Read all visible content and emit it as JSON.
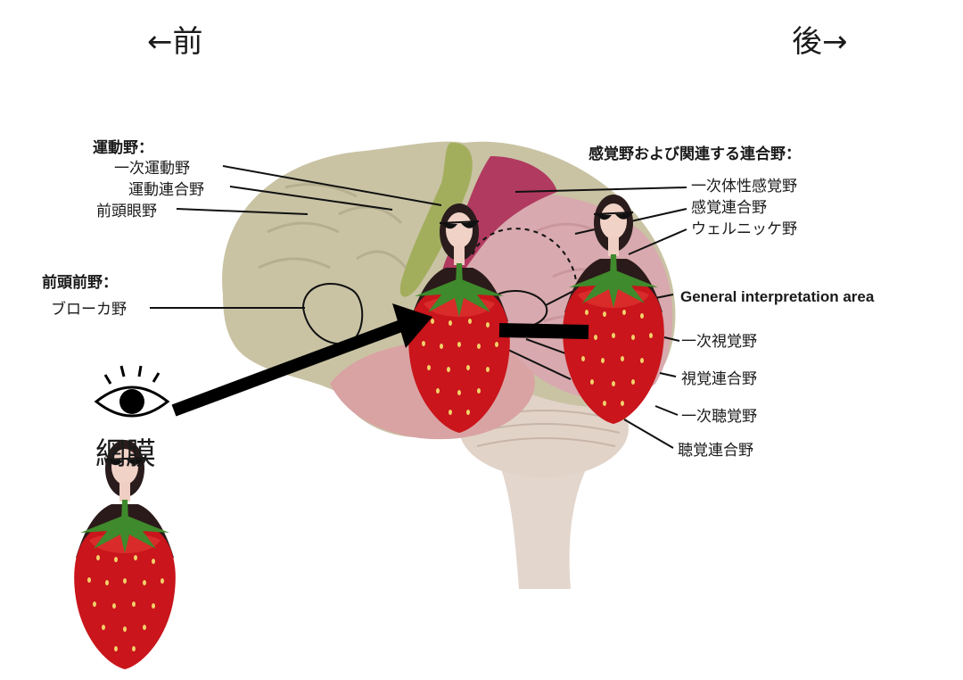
{
  "direction": {
    "front": "←前",
    "back": "後→"
  },
  "motor": {
    "heading": "運動野：",
    "primary": "一次運動野",
    "association": "運動連合野",
    "frontal_eye": "前頭眼野"
  },
  "prefrontal": {
    "heading": "前頭前野：",
    "broca": "ブローカ野"
  },
  "sensory": {
    "heading": "感覚野および関連する連合野：",
    "primary_somatosensory": "一次体性感覚野",
    "sensory_association": "感覚連合野",
    "wernicke": "ウェルニッケ野",
    "general_interpretation": "General interpretation area",
    "primary_visual": "一次視覚野",
    "visual_association": "視覚連合野",
    "primary_auditory": "一次聴覚野",
    "auditory_association": "聴覚連合野"
  },
  "retina": "網膜",
  "colors": {
    "brain_base": "#c9c3a4",
    "motor_primary": "#a3ae5d",
    "somatosensory": "#b13a60",
    "parietal": "#d8a9ae",
    "temporal": "#d9a3a3",
    "cerebellum": "#e1d3c8",
    "strawberry": "#c9151b",
    "leaf": "#3f8a2c"
  },
  "icons": [
    "eye-icon",
    "strawberry-figure-icon",
    "sunglasses-icon"
  ]
}
